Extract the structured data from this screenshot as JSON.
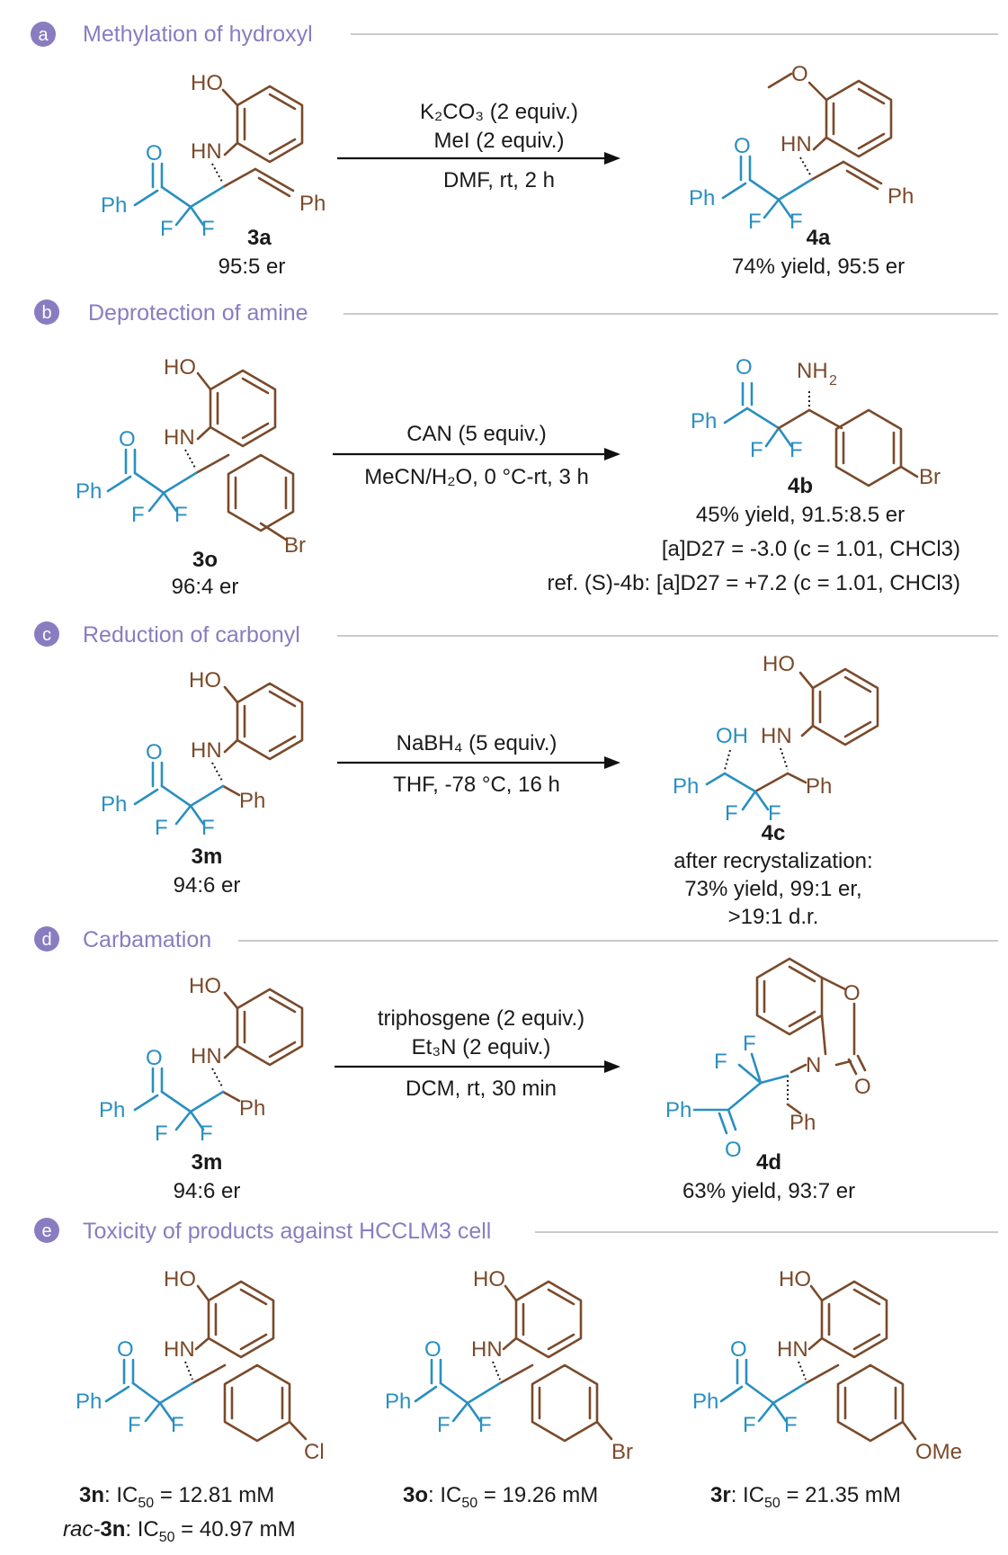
{
  "sections": [
    {
      "letter": "a",
      "title": "Methylation of hydroxyl",
      "reagents": [
        "K₂CO₃ (2 equiv.)",
        "MeI (2 equiv.)"
      ],
      "conditions": [
        "DMF, rt, 2 h"
      ],
      "sm_label": "3a",
      "sm_er": "95:5 er",
      "prod_label": "4a",
      "prod_info": [
        "74% yield, 95:5 er"
      ]
    },
    {
      "letter": "b",
      "title": "Deprotection of amine",
      "reagents": [
        "CAN (5 equiv.)"
      ],
      "conditions": [
        "MeCN/H₂O, 0 °C-rt, 3 h"
      ],
      "sm_label": "3o",
      "sm_er": "96:4 er",
      "prod_label": "4b",
      "prod_info": [
        "45% yield, 91.5:8.5 er",
        "[a]D27 = -3.0 (c = 1.01, CHCl3)",
        "ref. (S)-4b: [a]D27 = +7.2 (c = 1.01, CHCl3)"
      ]
    },
    {
      "letter": "c",
      "title": "Reduction of carbonyl",
      "reagents": [
        "NaBH₄ (5 equiv.)"
      ],
      "conditions": [
        "THF, -78 °C, 16 h"
      ],
      "sm_label": "3m",
      "sm_er": "94:6 er",
      "prod_label": "4c",
      "prod_info": [
        "after recrystalization:",
        "73% yield, 99:1 er,",
        ">19:1 d.r."
      ]
    },
    {
      "letter": "d",
      "title": "Carbamation",
      "reagents": [
        "triphosgene (2 equiv.)",
        "Et₃N (2 equiv.)"
      ],
      "conditions": [
        "DCM, rt, 30 min"
      ],
      "sm_label": "3m",
      "sm_er": "94:6 er",
      "prod_label": "4d",
      "prod_info": [
        "63% yield, 93:7 er"
      ]
    },
    {
      "letter": "e",
      "title": "Toxicity of products against HCCLM3 cell"
    }
  ],
  "atoms": {
    "HO": "HO",
    "HN": "HN",
    "O": "O",
    "F": "F",
    "Ph": "Ph",
    "Br": "Br",
    "Cl": "Cl",
    "OMe": "OMe",
    "OH": "OH",
    "N": "N",
    "NH": "NH",
    "sub2": "2"
  },
  "toxicity": {
    "c1": {
      "label": "3n",
      "ic": "IC",
      "sub": "50",
      "value": " = 12.81 mM",
      "rac_prefix": "rac-",
      "rac_label": "3n",
      "rac_value": " = 40.97 mM"
    },
    "c2": {
      "label": "3o",
      "ic": "IC",
      "sub": "50",
      "value": " = 19.26 mM"
    },
    "c3": {
      "label": "3r",
      "ic": "IC",
      "sub": "50",
      "value": " = 21.35 mM"
    }
  },
  "colors": {
    "aryl_amine": "#7a4a2a",
    "difluoroketone": "#2a8fc0",
    "section_label": "#8a7cc0"
  }
}
